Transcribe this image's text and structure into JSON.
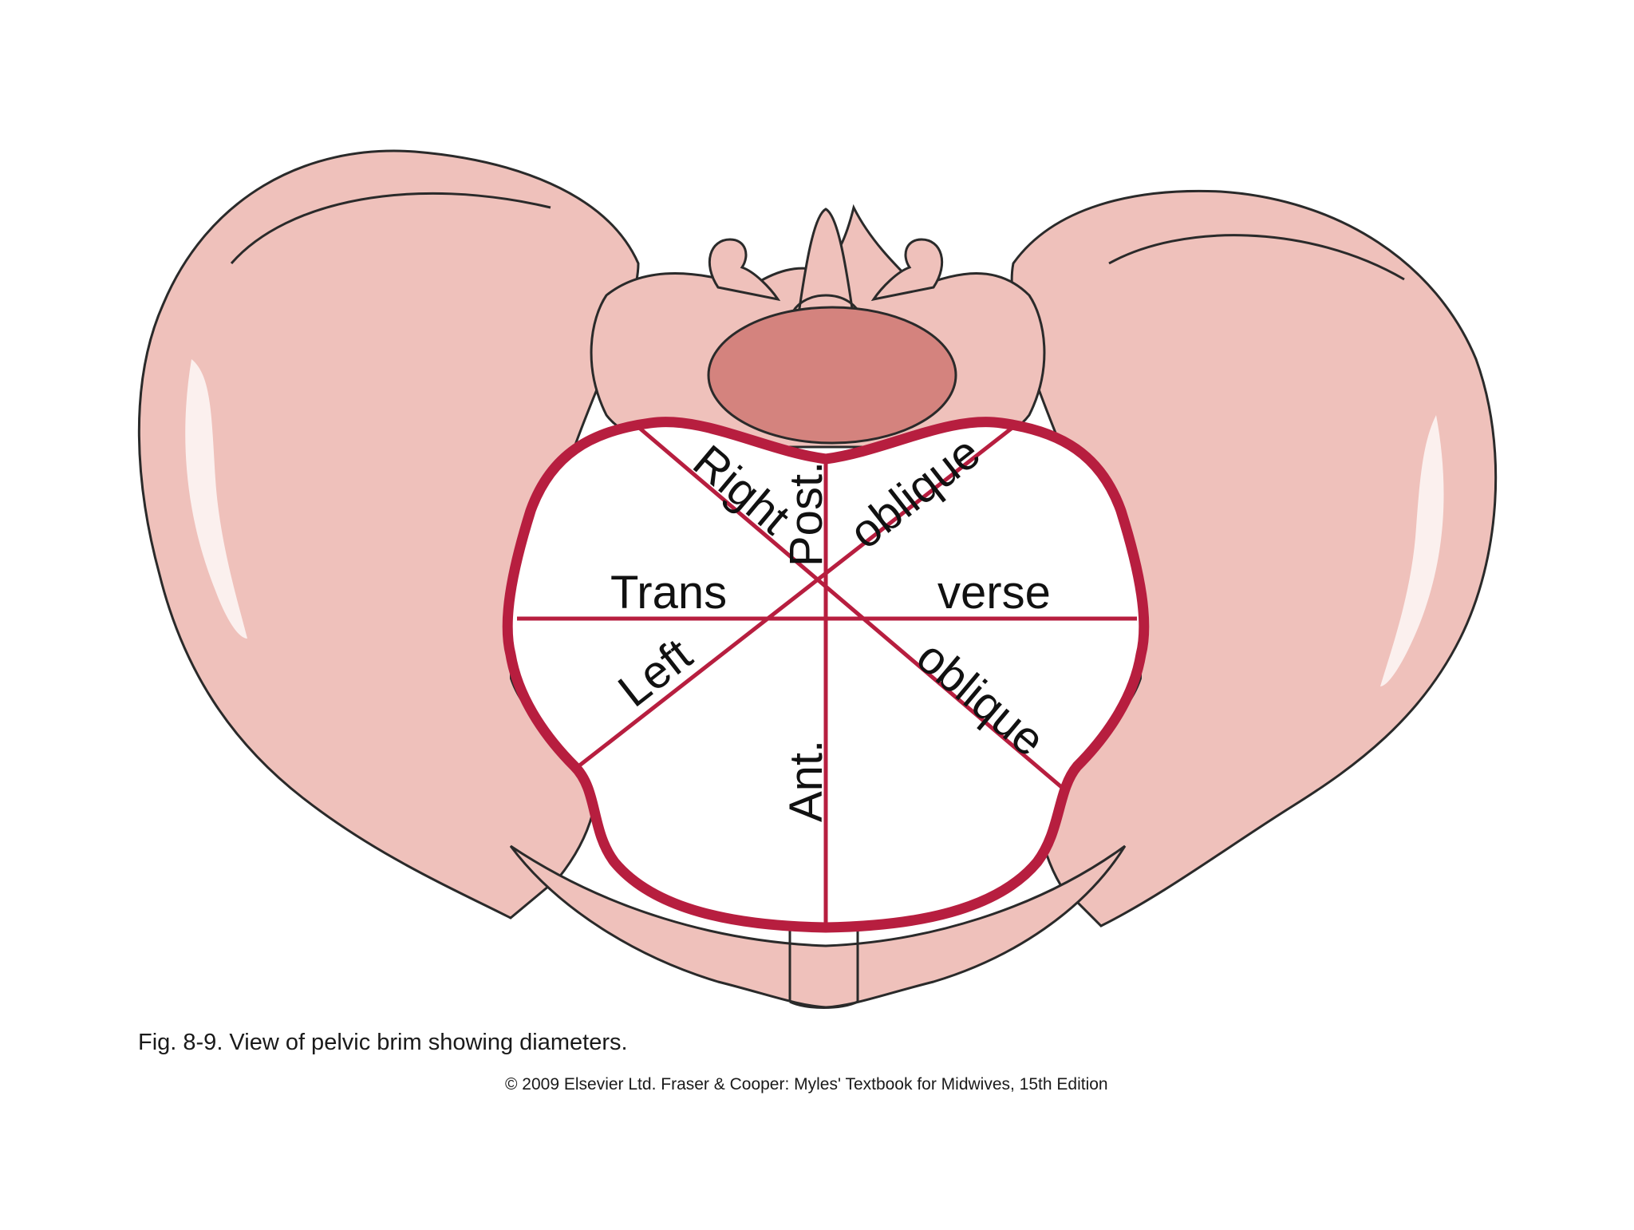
{
  "colors": {
    "bone_fill": "#efc1bb",
    "bone_stroke": "#2a2a2a",
    "sacrum_body": "#d4837e",
    "brim_line": "#b71e3f",
    "inlet_fill": "#ffffff"
  },
  "labels": {
    "right": "Right",
    "post": "Post.",
    "oblique_upper": "oblique",
    "trans": "Trans",
    "verse": "verse",
    "left": "Left",
    "oblique_lower": "oblique",
    "ant": "Ant."
  },
  "caption": "Fig. 8-9. View of pelvic brim showing diameters.",
  "credit": "© 2009 Elsevier Ltd. Fraser & Cooper: Myles' Textbook for Midwives, 15th Edition"
}
